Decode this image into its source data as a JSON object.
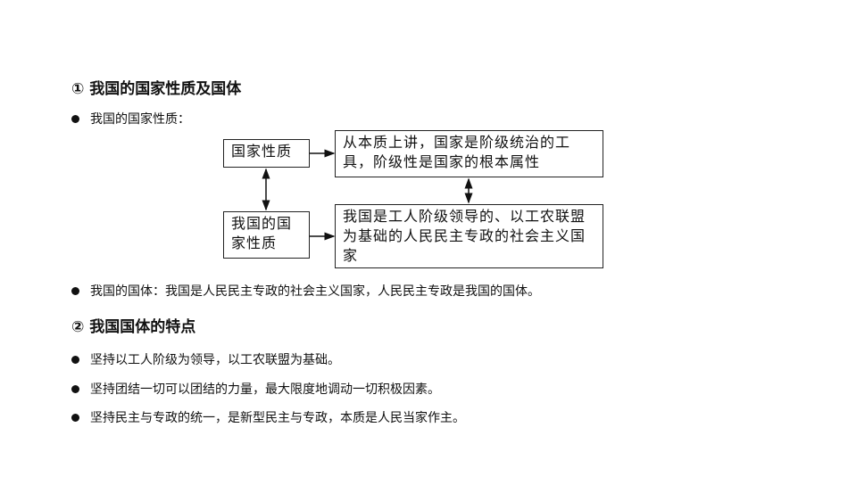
{
  "section1": {
    "title": "① 我国的国家性质及国体",
    "bullet1": "我国的国家性质：",
    "diagram": {
      "box_a": "国家性质",
      "box_b": "从本质上讲，国家是阶级统治的工具，阶级性是国家的根本属性",
      "box_c": "我国的国家性质",
      "box_d": "我国是工人阶级领导的、以工农联盟为基础的人民民主专政的社会主义国家"
    },
    "bullet2": "我国的国体：我国是人民民主专政的社会主义国家，人民民主专政是我国的国体。"
  },
  "section2": {
    "title": "② 我国国体的特点",
    "bullets": [
      "坚持以工人阶级为领导，以工农联盟为基础。",
      "坚持团结一切可以团结的力量，最大限度地调动一切积极因素。",
      "坚持民主与专政的统一，是新型民主与专政，本质是人民当家作主。"
    ]
  }
}
